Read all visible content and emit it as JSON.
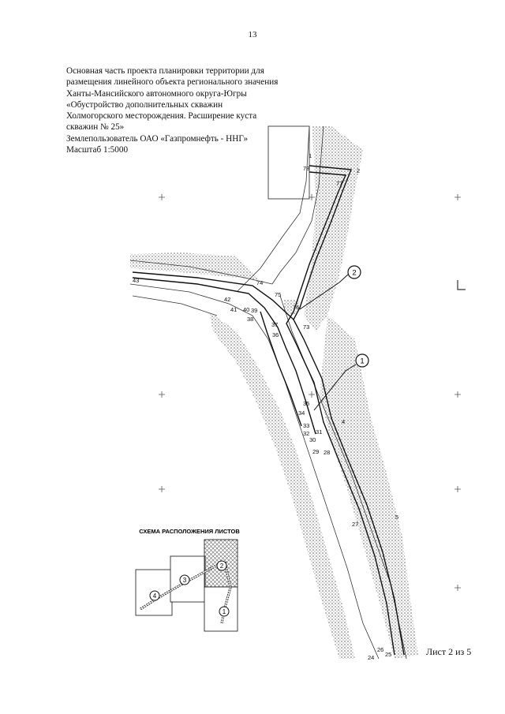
{
  "page": {
    "number": "13"
  },
  "header": {
    "lines": [
      "Основная часть проекта планировки территории для",
      "размещения линейного объекта регионального значения",
      "Ханты-Мансийского автономного округа-Югры",
      "«Обустройство дополнительных скважин",
      "Холмогорского месторождения. Расширение куста",
      "скважин № 25»",
      "Землепользователь ОАО «Газпромнефть - ННГ»",
      "Масштаб 1:5000"
    ]
  },
  "map": {
    "point_labels": [
      "1",
      "78",
      "2",
      "77",
      "74",
      "75",
      "76",
      "73",
      "42",
      "41",
      "40",
      "39",
      "38",
      "37",
      "36",
      "35",
      "34",
      "33",
      "32",
      "31",
      "30",
      "29",
      "28",
      "27",
      "5",
      "4",
      "26",
      "25",
      "24",
      "43"
    ],
    "callouts": [
      "2",
      "1"
    ]
  },
  "scheme": {
    "title": "СХЕМА РАСПОЛОЖЕНИЯ ЛИСТОВ",
    "sheets": [
      "4",
      "3",
      "2",
      "1"
    ]
  },
  "sheet": {
    "label": "Лист 2 из 5"
  },
  "colors": {
    "ink": "#111111",
    "hatch": "#888888"
  }
}
